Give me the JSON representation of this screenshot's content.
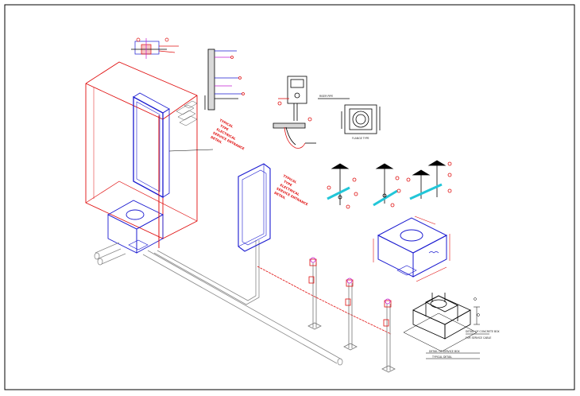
{
  "drawing": {
    "frame_color": "#000000",
    "colors": {
      "red": "#e01010",
      "blue": "#1a1ad0",
      "dark_blue": "#10108a",
      "grey": "#9a9a9a",
      "cyan": "#22c6d8",
      "magenta": "#c21ad0",
      "black": "#000000"
    },
    "notes": {
      "wall_note": [
        "TYPICAL",
        "TYPE",
        "ELECTRICAL",
        "SERVICE ENTRANCE",
        "DETAIL"
      ],
      "panel_note": [
        "TYPICAL",
        "TYPE",
        "ELECTRICAL",
        "SERVICE ENTRANCE",
        "DETAIL"
      ],
      "flange_label": "FLANGE TYPE",
      "box_caption_1": "DETAIL OF SERVICE BOX",
      "box_caption_2": "TYPICAL DETAIL",
      "pedestal_caption_1": "DETAIL OF CONCRETE BOX",
      "pedestal_caption_2": "FOR SERVICE CABLE",
      "small_label": "RISER PIPE"
    }
  }
}
